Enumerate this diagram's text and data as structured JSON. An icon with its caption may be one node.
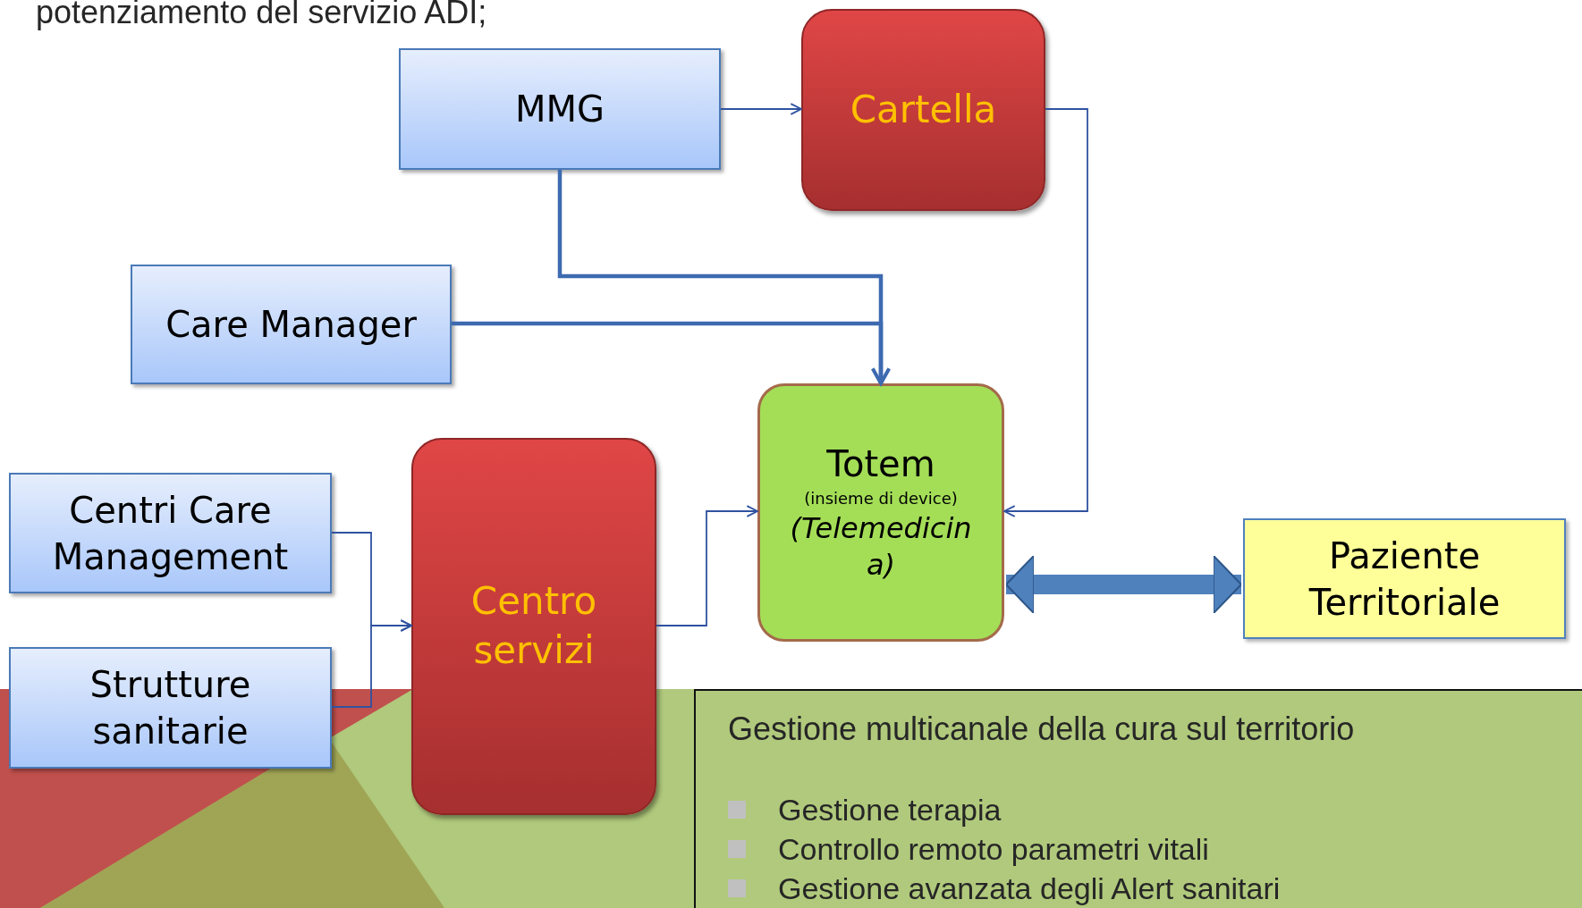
{
  "diagram": {
    "nodes": [
      {
        "text": [
          "MMG"
        ]
      },
      {
        "text": [
          "Cartella"
        ]
      },
      {
        "text": [
          "Care Manager"
        ]
      },
      {
        "text": [
          "Totem",
          "(insieme di device)",
          "(Telemedicina)"
        ]
      },
      {
        "text": [
          "Centri Care Management"
        ]
      },
      {
        "text": [
          "Centro servizi"
        ]
      },
      {
        "text": [
          "Paziente Territoriale"
        ]
      },
      {
        "text": [
          "Strutture sanitarie"
        ]
      },
      {
        "text": [
          "Gestione multicanale della cura sul territorio",
          "Gestione terapia",
          "Controllo remoto parametri vitali",
          "Gestione avanzata degli Alert sanitari"
        ]
      }
    ],
    "edges": [
      {
        "from": 0,
        "to": 1,
        "arrow": "to"
      },
      {
        "from": 0,
        "to": 3,
        "arrow": "to",
        "style": "thick"
      },
      {
        "from": 2,
        "to": 3,
        "arrow": "to",
        "style": "thick"
      },
      {
        "from": 1,
        "to": 3,
        "arrow": "to"
      },
      {
        "from": 4,
        "to": 5,
        "arrow": "to"
      },
      {
        "from": 7,
        "to": 5,
        "arrow": "to"
      },
      {
        "from": 5,
        "to": 3,
        "arrow": "to"
      },
      {
        "from": 3,
        "to": 6,
        "arrow": "both",
        "style": "thick",
        "color": "#4f81bd"
      }
    ],
    "labels": [
      "potenziamento del servizio ADI;"
    ]
  }
}
